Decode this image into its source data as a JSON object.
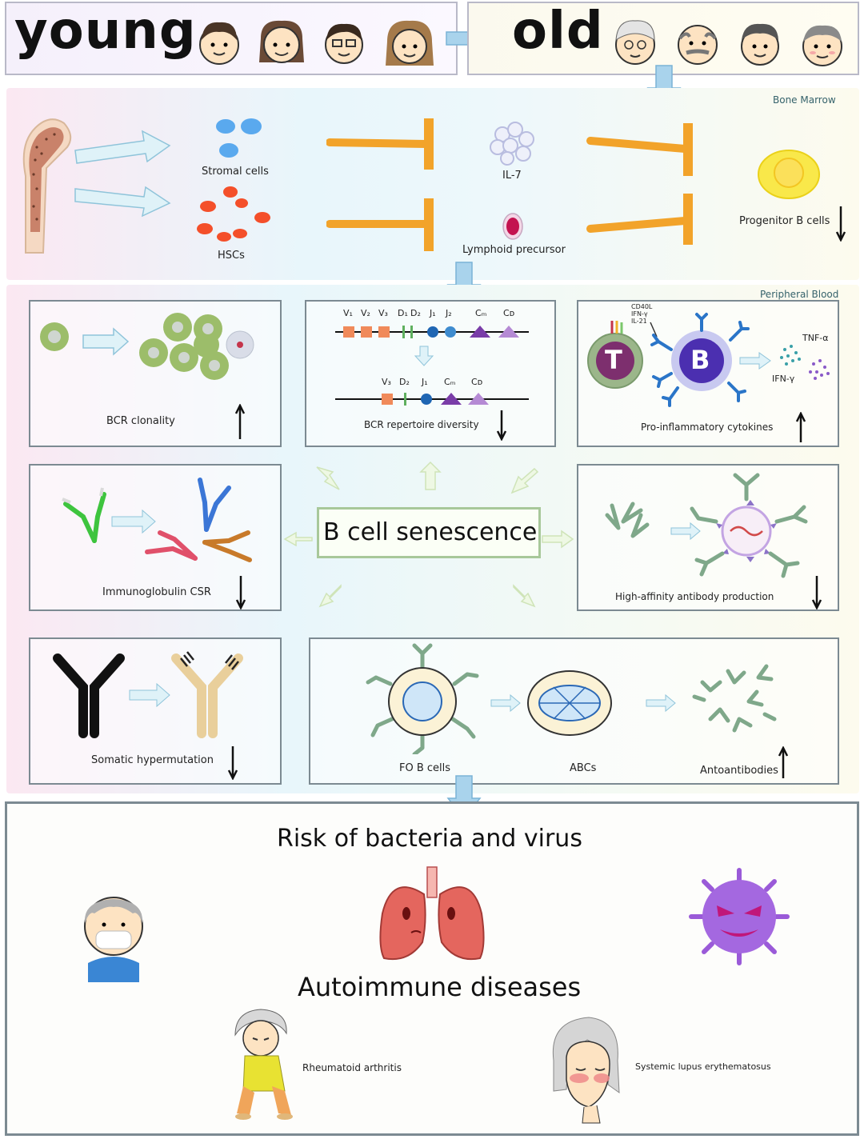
{
  "header": {
    "young_label": "young",
    "old_label": "old"
  },
  "bone_marrow": {
    "region_label": "Bone Marrow",
    "stromal_cells": "Stromal cells",
    "hscs": "HSCs",
    "il7": "IL-7",
    "lymphoid_precursor": "Lymphoid precursor",
    "progenitor_b_cells": "Progenitor B cells",
    "progenitor_trend": "down"
  },
  "peripheral_blood": {
    "region_label": "Peripheral Blood"
  },
  "center": {
    "title": "B cell senescence"
  },
  "panels": {
    "bcr_clonality": {
      "label": "BCR clonality",
      "trend": "up"
    },
    "bcr_repertoire": {
      "label": "BCR repertoire diversity",
      "trend": "down",
      "top_segments": [
        "V₁",
        "V₂",
        "V₃",
        "D₁",
        "D₂",
        "J₁",
        "J₂",
        "Cₘ",
        "Cᴅ"
      ],
      "bottom_segments": [
        "V₃",
        "D₂",
        "J₁",
        "Cₘ",
        "Cᴅ"
      ]
    },
    "cytokines": {
      "label": "Pro-inflammatory cytokines",
      "trend": "up",
      "t_cell": "T",
      "b_cell": "B",
      "signals": [
        "CD40L",
        "IFN-γ",
        "IL-21"
      ],
      "tnf": "TNF-α",
      "ifn": "IFN-γ"
    },
    "csr": {
      "label": "Immunoglobulin CSR",
      "trend": "down"
    },
    "high_affinity": {
      "label": "High-affinity antibody production",
      "trend": "down"
    },
    "shm": {
      "label": "Somatic hypermutation",
      "trend": "down"
    },
    "abc": {
      "fo_b_cells": "FO B cells",
      "abcs": "ABCs",
      "autoantibodies": "Antoantibodies",
      "trend": "up"
    }
  },
  "outcomes": {
    "infection_title": "Risk of bacteria and virus",
    "autoimmune_title": "Autoimmune diseases",
    "ra": "Rheumatoid arthritis",
    "sle": "Systemic lupus erythematosus"
  },
  "colors": {
    "inhibit_bar": "#f2a32a",
    "arrow_fill": "#d9f1f7",
    "panel_border": "#7c8a92",
    "antibody_green": "#7fa88a"
  }
}
